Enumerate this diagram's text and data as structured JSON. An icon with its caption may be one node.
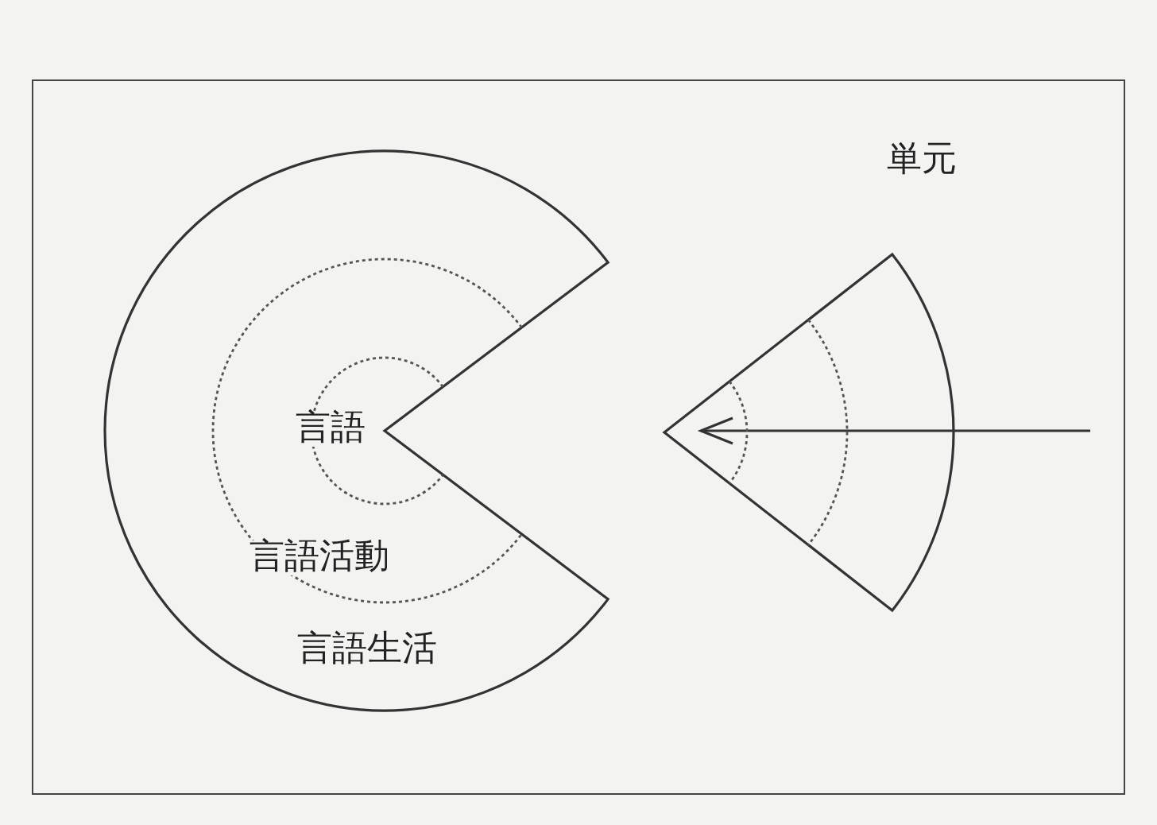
{
  "diagram": {
    "nodes": [
      {
        "text": [
          "言語生活"
        ]
      },
      {
        "text": [
          "言語活動"
        ],
        "in": 0
      },
      {
        "text": [
          "言語"
        ],
        "in": 1
      },
      {
        "text": [],
        "shape": "sector",
        "beside": [
          "単元"
        ]
      }
    ]
  }
}
